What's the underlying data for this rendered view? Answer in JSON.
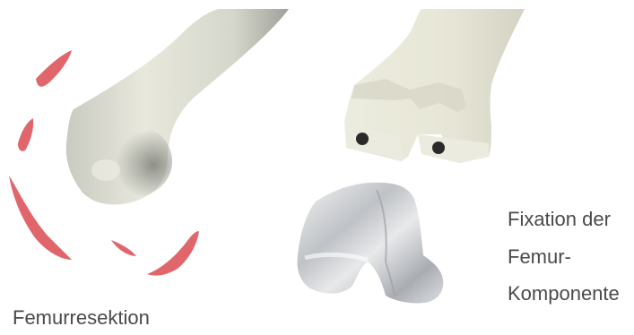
{
  "captions": {
    "left": "Femurresektion",
    "right_lines": [
      "Fixation der",
      "Femur-",
      "Komponente"
    ]
  },
  "colors": {
    "bone": "#e6e6da",
    "bone_shadow": "#b9b9ad",
    "bone_dark": "#8e9088",
    "resection_fragment": "#e0666b",
    "implant": "#cfd1d4",
    "text": "#4a4a4a"
  },
  "figures": [
    "femur-resection-illustration",
    "prepared-femur-illustration",
    "femoral-implant-illustration"
  ]
}
